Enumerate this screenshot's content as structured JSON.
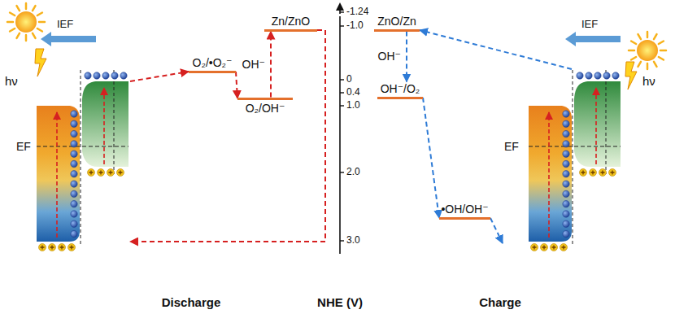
{
  "diagram": {
    "nodes": [
      {
        "text": [
          "EF"
        ]
      },
      {
        "text": [
          "O₂/•O₂⁻"
        ]
      },
      {
        "text": [
          "O₂/OH⁻"
        ]
      },
      {
        "text": [
          "Zn/ZnO"
        ]
      },
      {
        "text": [
          "EF"
        ]
      },
      {
        "text": [
          "ZnO/Zn"
        ]
      },
      {
        "text": [
          "OH⁻/O₂"
        ]
      },
      {
        "text": [
          "•OH/OH⁻"
        ]
      }
    ],
    "edges": [
      {
        "from": 0,
        "to": 1,
        "arrow": "to"
      },
      {
        "from": 1,
        "to": 2,
        "arrow": "to"
      },
      {
        "from": 2,
        "to": 3,
        "arrow": "to",
        "label": "OH⁻"
      },
      {
        "from": 3,
        "to": 0,
        "arrow": "to"
      },
      {
        "from": 4,
        "to": 5,
        "arrow": "to"
      },
      {
        "from": 5,
        "to": 6,
        "arrow": "to",
        "label": "OH⁻"
      },
      {
        "from": 6,
        "to": 7,
        "arrow": "to"
      },
      {
        "from": 7,
        "to": 4,
        "arrow": "to"
      }
    ],
    "labels": [
      "IEF",
      "hν",
      "-1.24",
      "-1.0",
      "0",
      "0.4",
      "1.0",
      "2.0",
      "3.0",
      "NHE (V)",
      "IEF",
      "hν",
      "Discharge",
      "Charge"
    ]
  }
}
